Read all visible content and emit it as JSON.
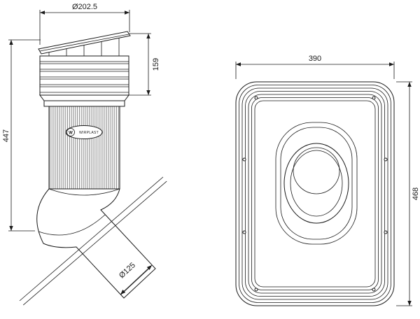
{
  "page": {
    "background": "#ffffff",
    "line_color": "#1a1a1a"
  },
  "left_view": {
    "dims": {
      "cap_diameter": "Ø202.5",
      "cap_height": "159",
      "total_height": "447",
      "pipe_diameter": "Ø125"
    },
    "logo": {
      "letter": "W",
      "brand": "WIRPLAST"
    }
  },
  "right_view": {
    "dims": {
      "width": "390",
      "height": "468"
    }
  }
}
